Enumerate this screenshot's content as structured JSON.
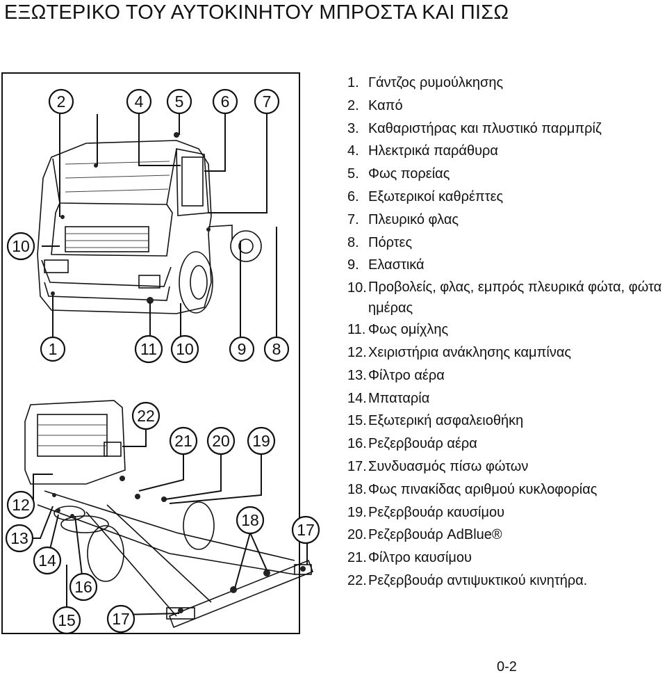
{
  "title": "ΕΞΩΤΕΡΙΚΟ ΤΟΥ ΑΥΤΟΚΙΝΗΤΟΥ ΜΠΡΟΣΤΑ ΚΑΙ ΠΙΣΩ",
  "front_callouts": [
    "2",
    "4",
    "5",
    "6",
    "7",
    "10",
    "1",
    "11",
    "10",
    "9",
    "8"
  ],
  "rear_callouts": [
    "22",
    "21",
    "20",
    "19",
    "12",
    "13",
    "14",
    "18",
    "17",
    "16",
    "15",
    "17"
  ],
  "legend": [
    {
      "num": "1.",
      "text": "Γάντζος ρυμούλκησης"
    },
    {
      "num": "2.",
      "text": "Καπό"
    },
    {
      "num": "3.",
      "text": "Καθαριστήρας και πλυστικό παρμπρίζ"
    },
    {
      "num": "4.",
      "text": "Ηλεκτρικά παράθυρα"
    },
    {
      "num": "5.",
      "text": "Φως πορείας"
    },
    {
      "num": "6.",
      "text": "Εξωτερικοί καθρέπτες"
    },
    {
      "num": "7.",
      "text": "Πλευρικό φλας"
    },
    {
      "num": "8.",
      "text": "Πόρτες"
    },
    {
      "num": "9.",
      "text": "Ελαστικά"
    },
    {
      "num": "10.",
      "text": "Προβολείς, φλας, εμπρός πλευρικά φώτα, φώτα ημέρας"
    },
    {
      "num": "11.",
      "text": "Φως ομίχλης"
    },
    {
      "num": "12.",
      "text": "Χειριστήρια ανάκλησης καμπίνας"
    },
    {
      "num": "13.",
      "text": "Φίλτρο αέρα"
    },
    {
      "num": "14.",
      "text": "Μπαταρία"
    },
    {
      "num": "15.",
      "text": "Εξωτερική ασφαλειοθήκη"
    },
    {
      "num": "16.",
      "text": "Ρεζερβουάρ αέρα"
    },
    {
      "num": "17.",
      "text": "Συνδυασμός πίσω φώτων"
    },
    {
      "num": "18.",
      "text": "Φως πινακίδας αριθμού κυκλοφορίας"
    },
    {
      "num": "19.",
      "text": "Ρεζερβουάρ καυσίμου"
    },
    {
      "num": "20.",
      "text": "Ρεζερβουάρ AdBlue®"
    },
    {
      "num": "21.",
      "text": "Φίλτρο καυσίμου"
    },
    {
      "num": "22.",
      "text": "Ρεζερβουάρ αντιψυκτικού κινητήρα."
    }
  ],
  "page_number": "0-2"
}
